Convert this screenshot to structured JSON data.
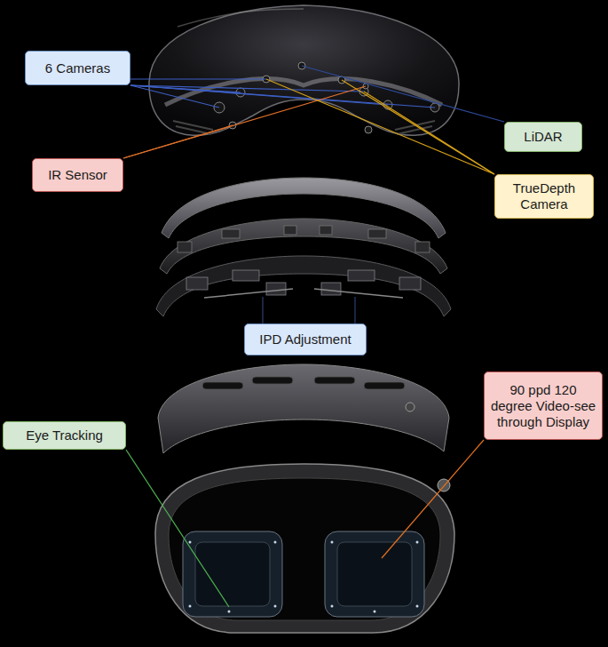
{
  "diagram": {
    "nodes": [
      {
        "text": [
          "6 Cameras"
        ]
      },
      {
        "text": [
          "LiDAR"
        ]
      },
      {
        "text": [
          "IR Sensor"
        ]
      },
      {
        "text": [
          "TrueDepth Camera"
        ]
      },
      {
        "text": [
          "IPD Adjustment"
        ]
      },
      {
        "text": [
          "90 ppd 120 degree Video-see through Display"
        ]
      },
      {
        "text": [
          "Eye Tracking"
        ]
      }
    ]
  }
}
